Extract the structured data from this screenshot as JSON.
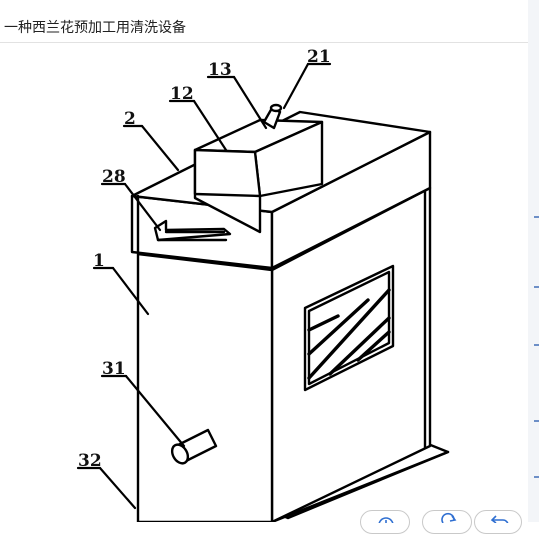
{
  "page": {
    "title": "一种西兰花预加工用清洗设备"
  },
  "figure": {
    "labels": {
      "label_1": "1",
      "label_2": "2",
      "label_12": "12",
      "label_13": "13",
      "label_21": "21",
      "label_28": "28",
      "label_31": "31",
      "label_32": "32"
    }
  },
  "toolbar": {
    "icons": [
      "zoom-in-icon",
      "rotate-icon",
      "undo-icon"
    ]
  },
  "colors": {
    "line": "#000000",
    "background": "#ffffff",
    "accent": "#6d8fc7"
  }
}
